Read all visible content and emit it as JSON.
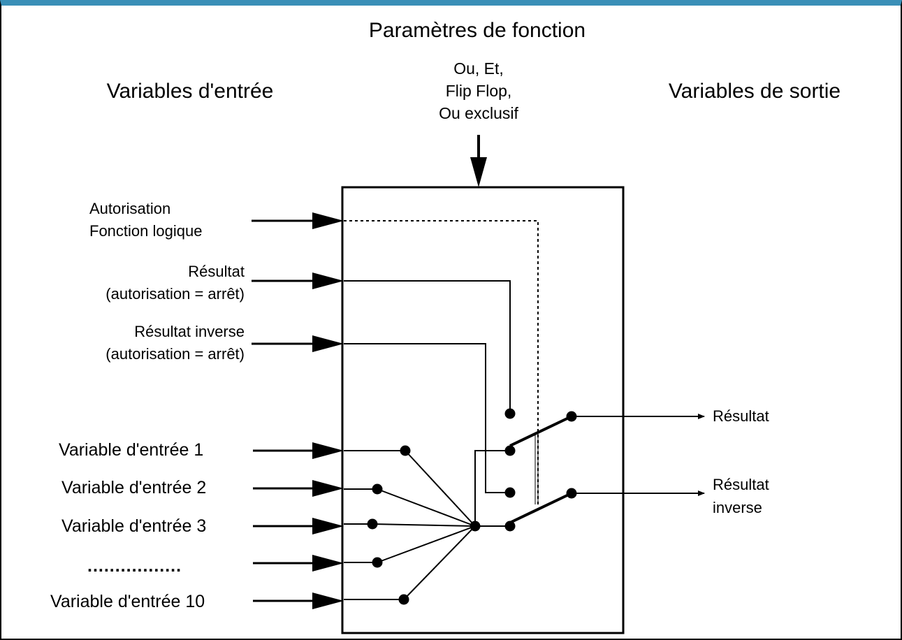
{
  "headings": {
    "params_title": "Paramètres de fonction",
    "inputs_title": "Variables d'entrée",
    "outputs_title": "Variables de sortie"
  },
  "params_lines": [
    "Ou, Et,",
    "Flip Flop,",
    "Ou exclusif"
  ],
  "enable": {
    "line1": "Autorisation",
    "line2": "Fonction logique"
  },
  "result_off": {
    "line1": "Résultat",
    "line2": "(autorisation = arrêt)"
  },
  "inverse_off": {
    "line1": "Résultat inverse",
    "line2": "(autorisation = arrêt)"
  },
  "inputs": {
    "in1": "Variable d'entrée 1",
    "in2": "Variable d'entrée 2",
    "in3": "Variable d'entrée 3",
    "ellipsis": ".................",
    "in10": "Variable d'entrée 10"
  },
  "outputs": {
    "result": "Résultat",
    "inverse_line1": "Résultat",
    "inverse_line2": "inverse"
  }
}
